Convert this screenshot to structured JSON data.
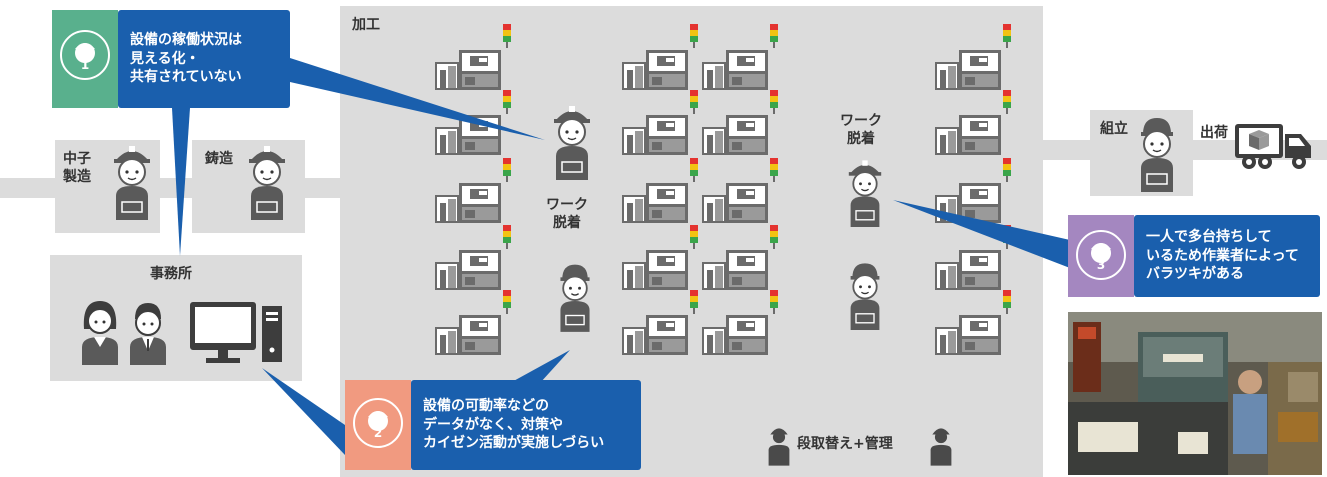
{
  "colors": {
    "zone_gray": "#dcdcdc",
    "callout_blue": "#1a5fad",
    "badge1_green": "#59b08d",
    "badge2_orange": "#f19a80",
    "badge3_purple": "#a487c0",
    "figure_dark": "#5a5a5a",
    "signal_red": "#e4332f",
    "signal_yellow": "#f2c313",
    "signal_green": "#3aa54a"
  },
  "zones": {
    "nakago": "中子\n製造",
    "chuzo": "鋳造",
    "kako": "加工",
    "jimusho": "事務所",
    "kumitate": "組立",
    "shukka": "出荷"
  },
  "labels": {
    "work_left": "ワーク\n脱着",
    "work_right": "ワーク\n脱着",
    "setup_manage": "段取替え+管理"
  },
  "callouts": [
    {
      "badge": "1",
      "text": "設備の稼働状況は\n見える化・\n共有されていない"
    },
    {
      "badge": "2",
      "text": "設備の可動率などの\nデータがなく、対策や\nカイゼン活動が実施しづらい"
    },
    {
      "badge": "3",
      "text": "一人で多台持ちして\nいるため作業者によって\nバラツキがある"
    }
  ],
  "icons": {
    "worker": "worker-icon",
    "machine": "machine-tool-icon",
    "signal": "signal-tower-icon",
    "truck": "truck-icon",
    "computer": "desktop-computer-icon",
    "office_worker": "office-worker-icon"
  },
  "photo": {
    "alt": "factory-photo"
  }
}
